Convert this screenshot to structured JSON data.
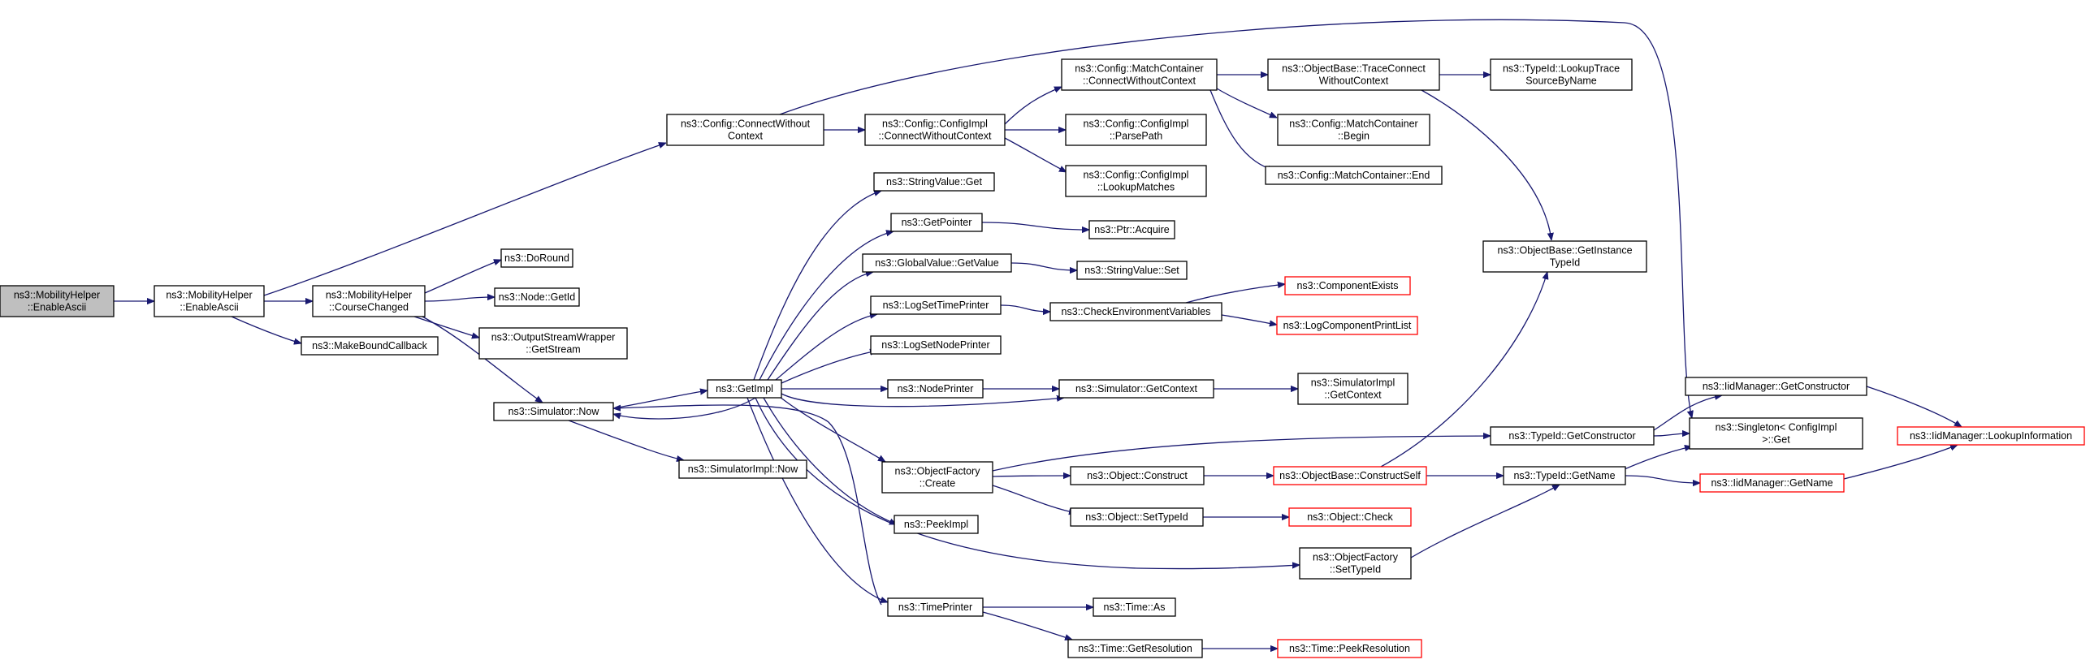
{
  "graph": {
    "nodes": [
      {
        "id": "n0",
        "lines": [
          "ns3::MobilityHelper",
          "::EnableAscii"
        ],
        "root": true,
        "truncated": false
      },
      {
        "id": "n1",
        "lines": [
          "ns3::MobilityHelper",
          "::EnableAscii"
        ],
        "truncated": false
      },
      {
        "id": "n2",
        "lines": [
          "ns3::Config::ConnectWithout",
          "Context"
        ],
        "truncated": false
      },
      {
        "id": "n3",
        "lines": [
          "ns3::MobilityHelper",
          "::CourseChanged"
        ],
        "truncated": false
      },
      {
        "id": "n4",
        "lines": [
          "ns3::MakeBoundCallback"
        ],
        "truncated": false
      },
      {
        "id": "n5",
        "lines": [
          "ns3::DoRound"
        ],
        "truncated": false
      },
      {
        "id": "n6",
        "lines": [
          "ns3::Node::GetId"
        ],
        "truncated": false
      },
      {
        "id": "n7",
        "lines": [
          "ns3::OutputStreamWrapper",
          "::GetStream"
        ],
        "truncated": false
      },
      {
        "id": "n8",
        "lines": [
          "ns3::Simulator::Now"
        ],
        "truncated": false
      },
      {
        "id": "n9",
        "lines": [
          "ns3::SimulatorImpl::Now"
        ],
        "truncated": false
      },
      {
        "id": "n10",
        "lines": [
          "ns3::GetImpl"
        ],
        "truncated": false
      },
      {
        "id": "n11",
        "lines": [
          "ns3::Config::ConfigImpl",
          "::ConnectWithoutContext"
        ],
        "truncated": false
      },
      {
        "id": "n12",
        "lines": [
          "ns3::Config::MatchContainer",
          "::ConnectWithoutContext"
        ],
        "truncated": false
      },
      {
        "id": "n13",
        "lines": [
          "ns3::Config::ConfigImpl",
          "::ParsePath"
        ],
        "truncated": false
      },
      {
        "id": "n14",
        "lines": [
          "ns3::Config::ConfigImpl",
          "::LookupMatches"
        ],
        "truncated": false
      },
      {
        "id": "n15",
        "lines": [
          "ns3::ObjectBase::TraceConnect",
          "WithoutContext"
        ],
        "truncated": false
      },
      {
        "id": "n16",
        "lines": [
          "ns3::Config::MatchContainer",
          "::Begin"
        ],
        "truncated": false
      },
      {
        "id": "n17",
        "lines": [
          "ns3::Config::MatchContainer::End"
        ],
        "truncated": false
      },
      {
        "id": "n18",
        "lines": [
          "ns3::TypeId::LookupTrace",
          "SourceByName"
        ],
        "truncated": false
      },
      {
        "id": "n19",
        "lines": [
          "ns3::StringValue::Get"
        ],
        "truncated": false
      },
      {
        "id": "n20",
        "lines": [
          "ns3::GetPointer"
        ],
        "truncated": false
      },
      {
        "id": "n21",
        "lines": [
          "ns3::Ptr::Acquire"
        ],
        "truncated": false
      },
      {
        "id": "n22",
        "lines": [
          "ns3::GlobalValue::GetValue"
        ],
        "truncated": false
      },
      {
        "id": "n23",
        "lines": [
          "ns3::StringValue::Set"
        ],
        "truncated": false
      },
      {
        "id": "n24",
        "lines": [
          "ns3::LogSetTimePrinter"
        ],
        "truncated": false
      },
      {
        "id": "n25",
        "lines": [
          "ns3::CheckEnvironmentVariables"
        ],
        "truncated": false
      },
      {
        "id": "n26",
        "lines": [
          "ns3::ComponentExists"
        ],
        "truncated": true
      },
      {
        "id": "n27",
        "lines": [
          "ns3::LogComponentPrintList"
        ],
        "truncated": true
      },
      {
        "id": "n28",
        "lines": [
          "ns3::LogSetNodePrinter"
        ],
        "truncated": false
      },
      {
        "id": "n29",
        "lines": [
          "ns3::NodePrinter"
        ],
        "truncated": false
      },
      {
        "id": "n30",
        "lines": [
          "ns3::Simulator::GetContext"
        ],
        "truncated": false
      },
      {
        "id": "n31",
        "lines": [
          "ns3::SimulatorImpl",
          "::GetContext"
        ],
        "truncated": false
      },
      {
        "id": "n32",
        "lines": [
          "ns3::ObjectBase::GetInstance",
          "TypeId"
        ],
        "truncated": false
      },
      {
        "id": "n33",
        "lines": [
          "ns3::ObjectFactory",
          "::Create"
        ],
        "truncated": false
      },
      {
        "id": "n34",
        "lines": [
          "ns3::Object::Construct"
        ],
        "truncated": false
      },
      {
        "id": "n35",
        "lines": [
          "ns3::Object::SetTypeId"
        ],
        "truncated": false
      },
      {
        "id": "n36",
        "lines": [
          "ns3::ObjectBase::ConstructSelf"
        ],
        "truncated": true
      },
      {
        "id": "n37",
        "lines": [
          "ns3::Object::Check"
        ],
        "truncated": true
      },
      {
        "id": "n38",
        "lines": [
          "ns3::TypeId::GetConstructor"
        ],
        "truncated": false
      },
      {
        "id": "n39",
        "lines": [
          "ns3::TypeId::GetName"
        ],
        "truncated": false
      },
      {
        "id": "n40",
        "lines": [
          "ns3::IidManager::GetConstructor"
        ],
        "truncated": false
      },
      {
        "id": "n41",
        "lines": [
          "ns3::Singleton< ConfigImpl",
          ">::Get"
        ],
        "truncated": false
      },
      {
        "id": "n42",
        "lines": [
          "ns3::IidManager::LookupInformation"
        ],
        "truncated": true
      },
      {
        "id": "n43",
        "lines": [
          "ns3::IidManager::GetName"
        ],
        "truncated": true
      },
      {
        "id": "n44",
        "lines": [
          "ns3::PeekImpl"
        ],
        "truncated": false
      },
      {
        "id": "n45",
        "lines": [
          "ns3::ObjectFactory",
          "::SetTypeId"
        ],
        "truncated": false
      },
      {
        "id": "n46",
        "lines": [
          "ns3::TimePrinter"
        ],
        "truncated": false
      },
      {
        "id": "n47",
        "lines": [
          "ns3::Time::As"
        ],
        "truncated": false
      },
      {
        "id": "n48",
        "lines": [
          "ns3::Time::GetResolution"
        ],
        "truncated": false
      },
      {
        "id": "n49",
        "lines": [
          "ns3::Time::PeekResolution"
        ],
        "truncated": true
      }
    ],
    "colors": {
      "edge": "#191970",
      "node_border": "#000000",
      "truncated_border": "#ff0000",
      "root_fill": "#bfbfbf",
      "background": "#ffffff"
    }
  }
}
